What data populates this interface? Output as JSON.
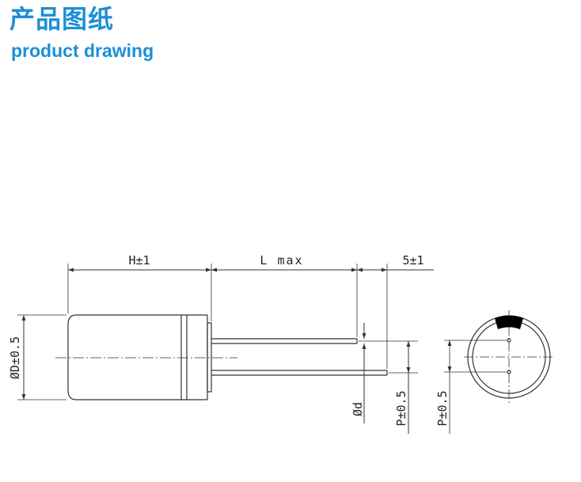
{
  "header": {
    "title_cn": "产品图纸",
    "title_en": "product drawing"
  },
  "colors": {
    "accent": "#1a8fd6",
    "line": "#333333",
    "marker": "#000000"
  },
  "drawing": {
    "dimensions": {
      "h": "H±1",
      "l": "L max",
      "lead_extension": "5±1",
      "diameter": "ØD±0.5",
      "lead_diameter": "Ød",
      "pitch_side": "P±0.5",
      "pitch_end": "P±0.5"
    }
  }
}
